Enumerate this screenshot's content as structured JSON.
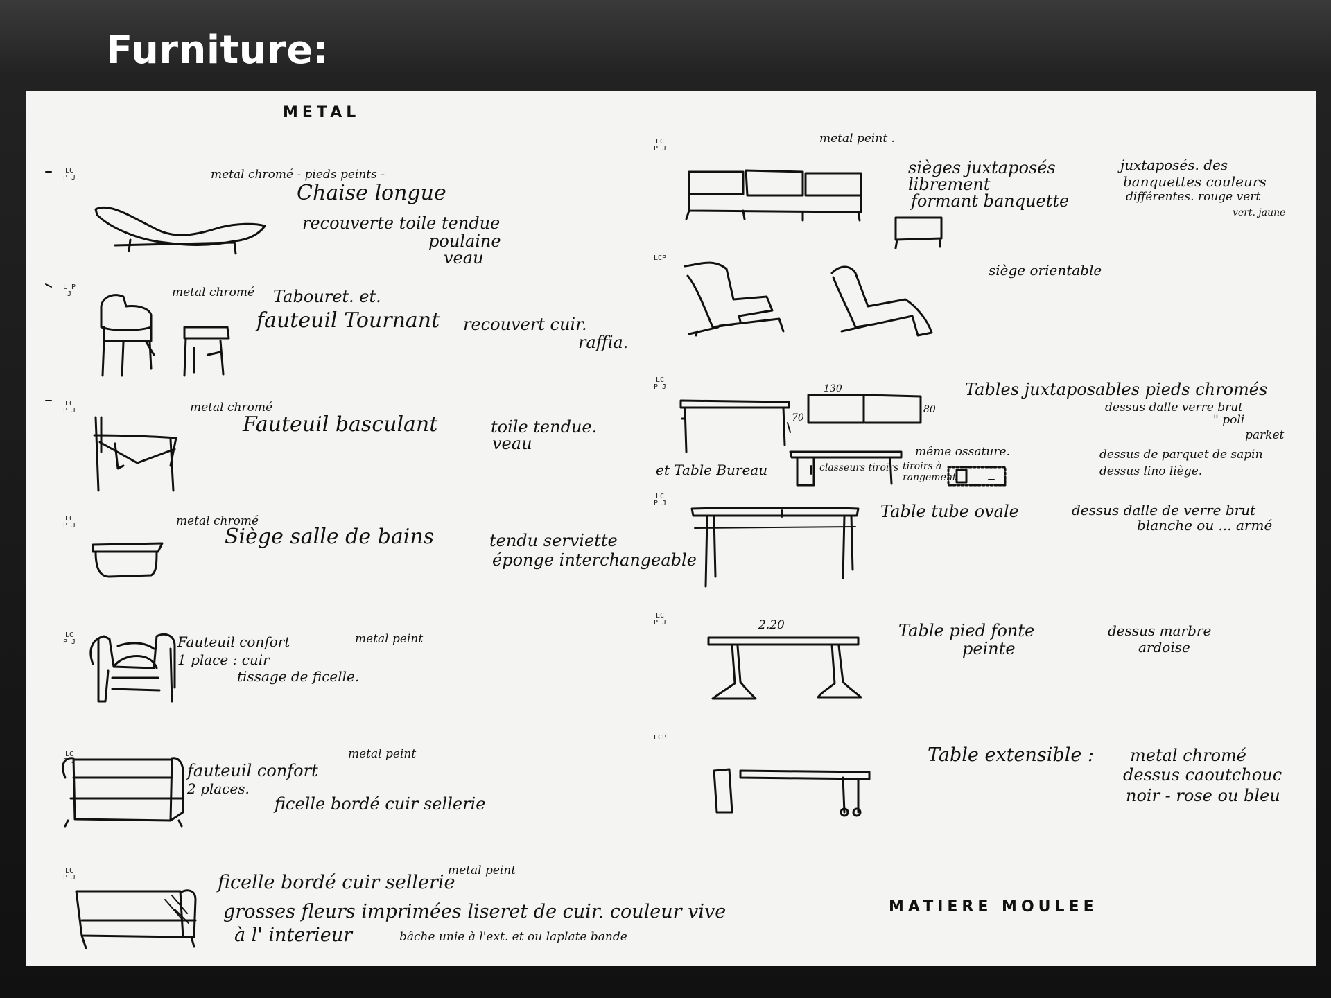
{
  "slide": {
    "title": "Furniture:"
  },
  "sheet": {
    "left_heading": "METAL",
    "right_heading": "MATIERE MOULEE",
    "left_items": [
      {
        "marks": "LC P J",
        "material": "metal chromé - pieds peints -",
        "name": "Chaise longue",
        "notes": [
          "recouverte toile tendue",
          "poulaine",
          "veau"
        ]
      },
      {
        "marks": "L P J",
        "material": "metal chromé",
        "name": "Tabouret. et.",
        "name2": "fauteuil Tournant",
        "notes": [
          "recouvert cuir.",
          "raffia."
        ]
      },
      {
        "marks": "LC P J",
        "material": "metal chromé",
        "name": "Fauteuil basculant",
        "notes": [
          "toile tendue.",
          "veau"
        ]
      },
      {
        "marks": "LC P J",
        "material": "metal chromé",
        "name": "Siège salle de bains",
        "notes": [
          "tendu serviette",
          "éponge interchangeable"
        ]
      },
      {
        "marks": "LC P J",
        "material": "metal peint",
        "name": "Fauteuil confort",
        "notes": [
          "1 place : cuir",
          "tissage de ficelle."
        ]
      },
      {
        "marks": "LC P J",
        "material": "metal peint",
        "name": "fauteuil confort",
        "notes": [
          "2 places.",
          "ficelle bordé cuir sellerie"
        ]
      },
      {
        "marks": "LC P J",
        "material": "metal peint",
        "name": "ficelle bordé cuir sellerie",
        "notes": [
          "grosses fleurs imprimées liseret de cuir. couleur vive",
          "à l' interieur",
          "bâche unie à l'ext. et ou laplate bande"
        ]
      }
    ],
    "right_items": [
      {
        "marks": "LC P J",
        "material": "metal peint .",
        "name": "sièges juxtaposés",
        "notes": [
          "librement",
          "formant banquette",
          "juxtaposés. des",
          "banquettes couleurs",
          "différentes. rouge vert",
          "vert. jaune"
        ]
      },
      {
        "marks": "LCP",
        "material": "",
        "name": "siège orientable",
        "notes": []
      },
      {
        "marks": "LC P J",
        "material": "",
        "name": "Tables juxtaposables pieds chromés",
        "dims": [
          "130",
          "80",
          "70"
        ],
        "notes": [
          "dessus dalle verre brut",
          "\" poli",
          "parket",
          "dessus de parquet de sapin",
          "dessus lino liège."
        ],
        "sub_name": "et Table Bureau",
        "sub_notes": [
          "même ossature.",
          "classeurs tiroirs",
          "tiroirs à",
          "rangement"
        ]
      },
      {
        "marks": "LC P J",
        "material": "",
        "name": "Table tube ovale",
        "notes": [
          "dessus dalle de verre brut",
          "blanche ou ... armé"
        ]
      },
      {
        "marks": "LC P J",
        "material": "",
        "name": "Table pied fonte",
        "dims": [
          "2.20"
        ],
        "notes": [
          "peinte",
          "dessus marbre",
          "ardoise"
        ]
      },
      {
        "marks": "LCP",
        "material": "",
        "name": "Table extensible :",
        "notes": [
          "metal chromé",
          "dessus caoutchouc",
          "noir - rose ou bleu"
        ]
      }
    ]
  }
}
